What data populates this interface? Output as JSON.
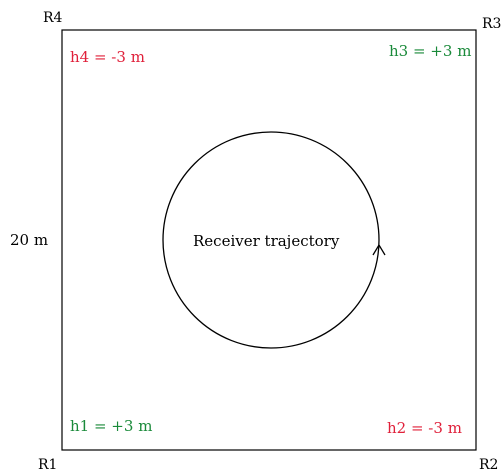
{
  "corners": {
    "r1": "R1",
    "r2": "R2",
    "r3": "R3",
    "r4": "R4"
  },
  "heights": {
    "h1": "h1 = +3 m",
    "h2": "h2 = -3 m",
    "h3": "h3 = +3 m",
    "h4": "h4 = -3 m"
  },
  "side_label": "20 m",
  "trajectory_label": "Receiver trajectory",
  "colors": {
    "positive": "#1a8a3a",
    "negative": "#e0203a",
    "ink": "#000000"
  }
}
